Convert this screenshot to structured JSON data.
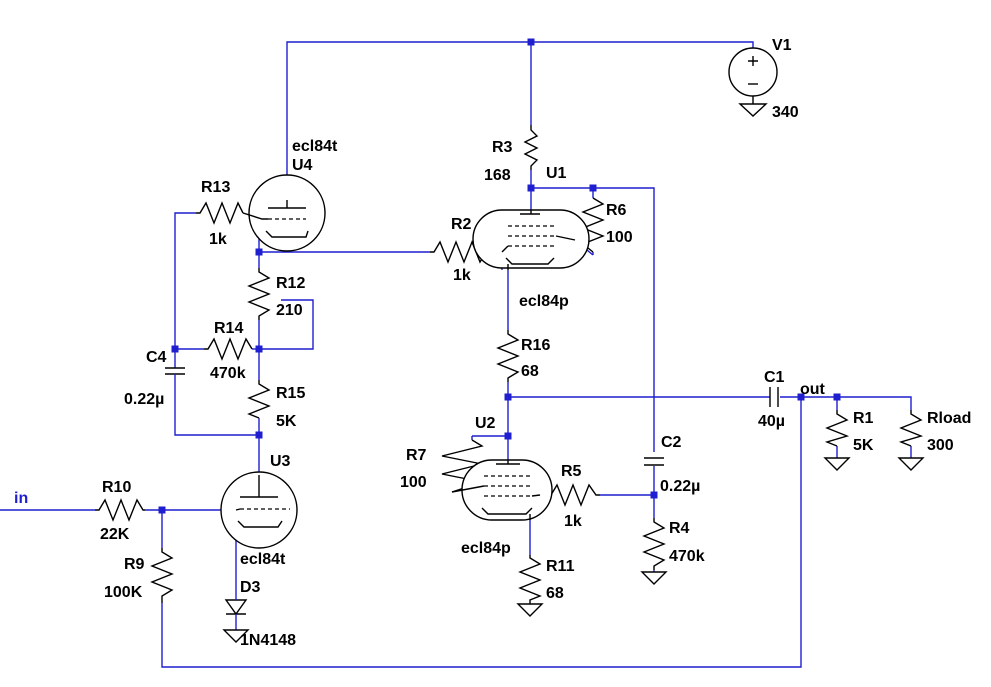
{
  "source": {
    "name": "V1",
    "value": "340"
  },
  "nets": {
    "input": "in",
    "output": "out"
  },
  "tubes": {
    "U4": {
      "ref": "U4",
      "model": "ecl84t"
    },
    "U1": {
      "ref": "U1",
      "model": "ecl84p"
    },
    "U2": {
      "ref": "U2",
      "model": "ecl84p"
    },
    "U3": {
      "ref": "U3",
      "model": "ecl84t"
    }
  },
  "resistors": {
    "R1": {
      "ref": "R1",
      "value": "5K"
    },
    "R2": {
      "ref": "R2",
      "value": "1k"
    },
    "R3": {
      "ref": "R3",
      "value": "168"
    },
    "R4": {
      "ref": "R4",
      "value": "470k"
    },
    "R5": {
      "ref": "R5",
      "value": "1k"
    },
    "R6": {
      "ref": "R6",
      "value": "100"
    },
    "R7": {
      "ref": "R7",
      "value": "100"
    },
    "R9": {
      "ref": "R9",
      "value": "100K"
    },
    "R10": {
      "ref": "R10",
      "value": "22K"
    },
    "R11": {
      "ref": "R11",
      "value": "68"
    },
    "R12": {
      "ref": "R12",
      "value": "210"
    },
    "R13": {
      "ref": "R13",
      "value": "1k"
    },
    "R14": {
      "ref": "R14",
      "value": "470k"
    },
    "R15": {
      "ref": "R15",
      "value": "5K"
    },
    "R16": {
      "ref": "R16",
      "value": "68"
    },
    "Rload": {
      "ref": "Rload",
      "value": "300"
    }
  },
  "capacitors": {
    "C1": {
      "ref": "C1",
      "value": "40µ"
    },
    "C2": {
      "ref": "C2",
      "value": "0.22µ"
    },
    "C4": {
      "ref": "C4",
      "value": "0.22µ"
    }
  },
  "diodes": {
    "D3": {
      "ref": "D3",
      "model": "1N4148"
    }
  },
  "colors": {
    "wire": "#1f1fcf",
    "component": "#000000",
    "background": "#ffffff"
  }
}
